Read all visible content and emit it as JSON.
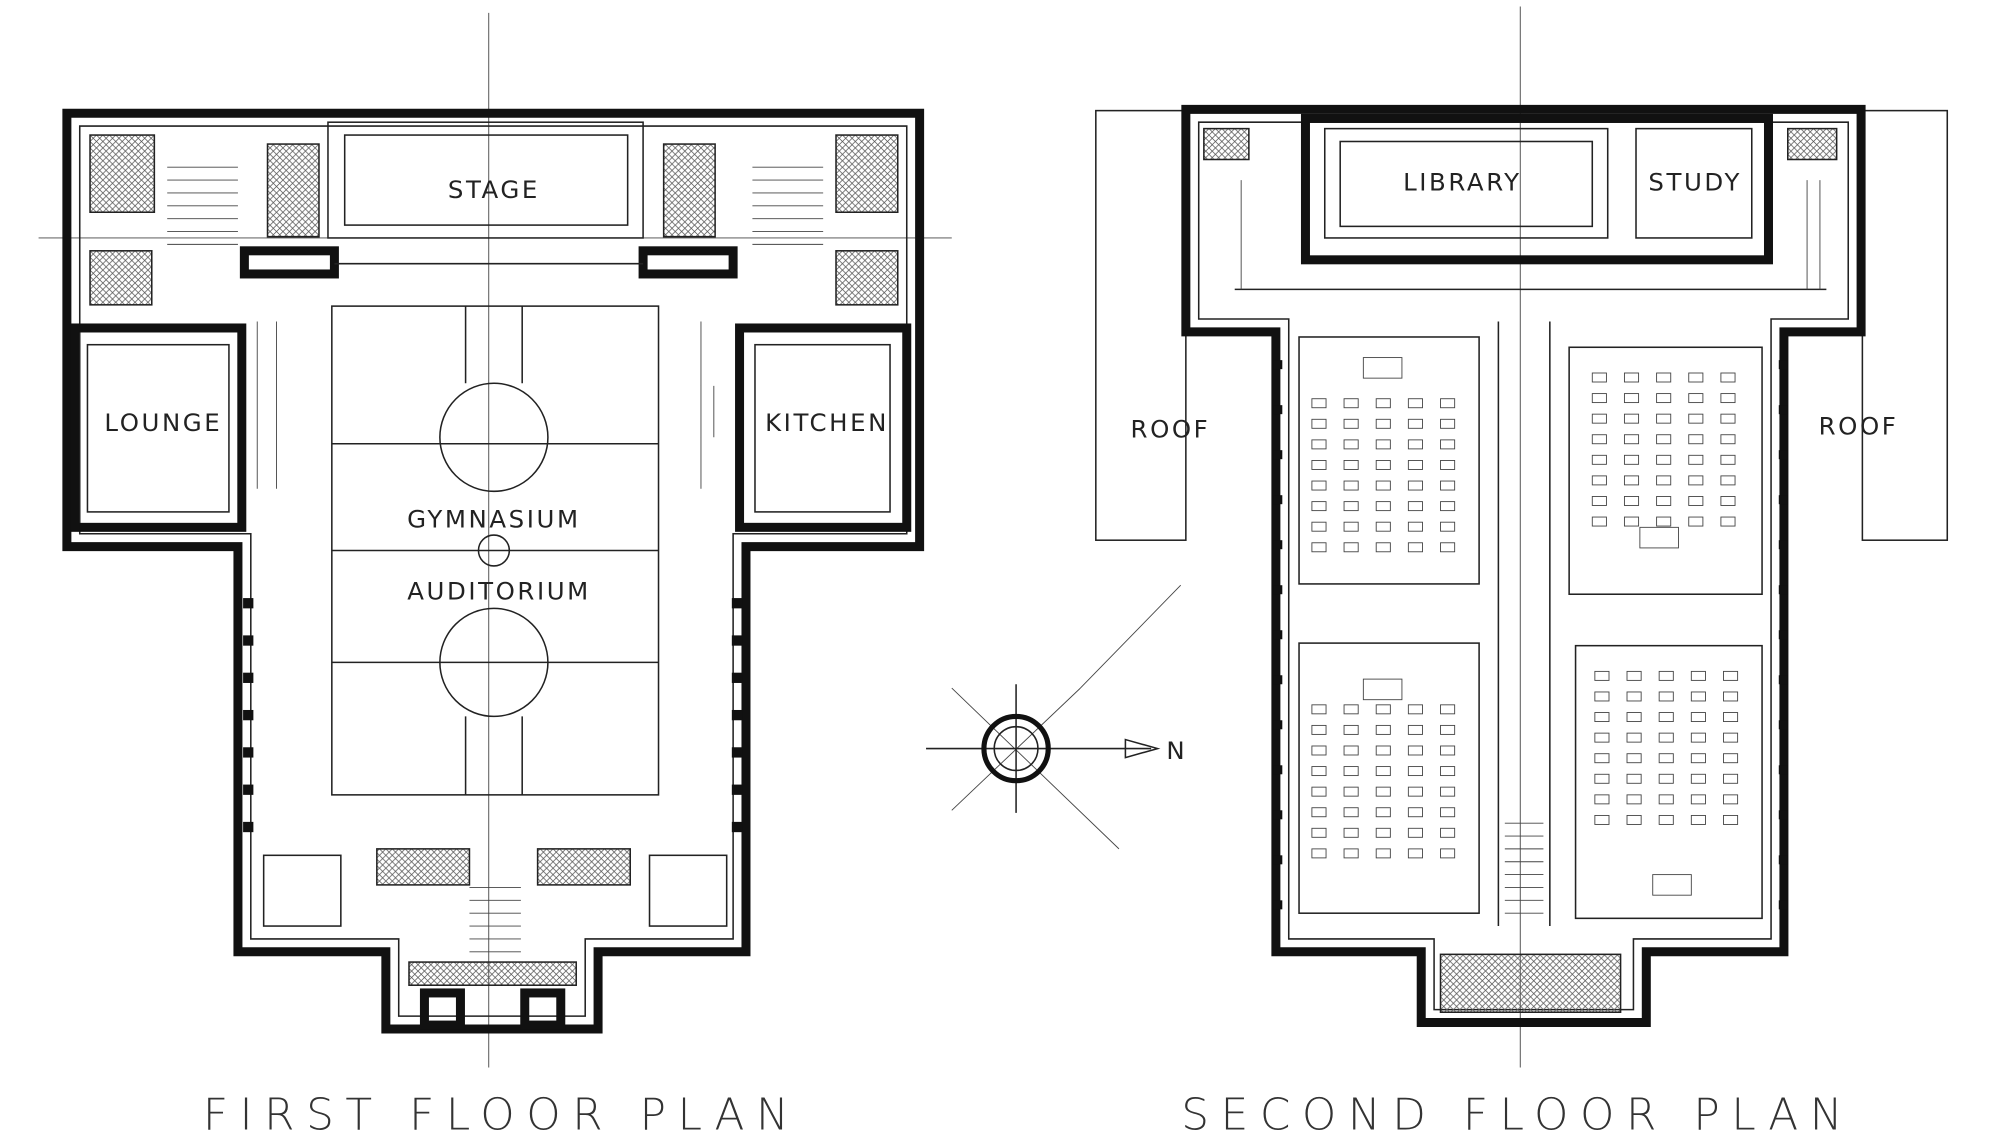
{
  "first_floor": {
    "title": "FIRST FLOOR PLAN",
    "rooms": {
      "stage": "STAGE",
      "lounge": "LOUNGE",
      "kitchen": "KITCHEN",
      "gymnasium": "GYMNASIUM",
      "auditorium": "AUDITORIUM"
    }
  },
  "second_floor": {
    "title": "SECOND FLOOR PLAN",
    "rooms": {
      "library": "LIBRARY",
      "study": "STUDY",
      "roof_left": "ROOF",
      "roof_right": "ROOF"
    }
  },
  "compass": {
    "north_label": "N"
  }
}
